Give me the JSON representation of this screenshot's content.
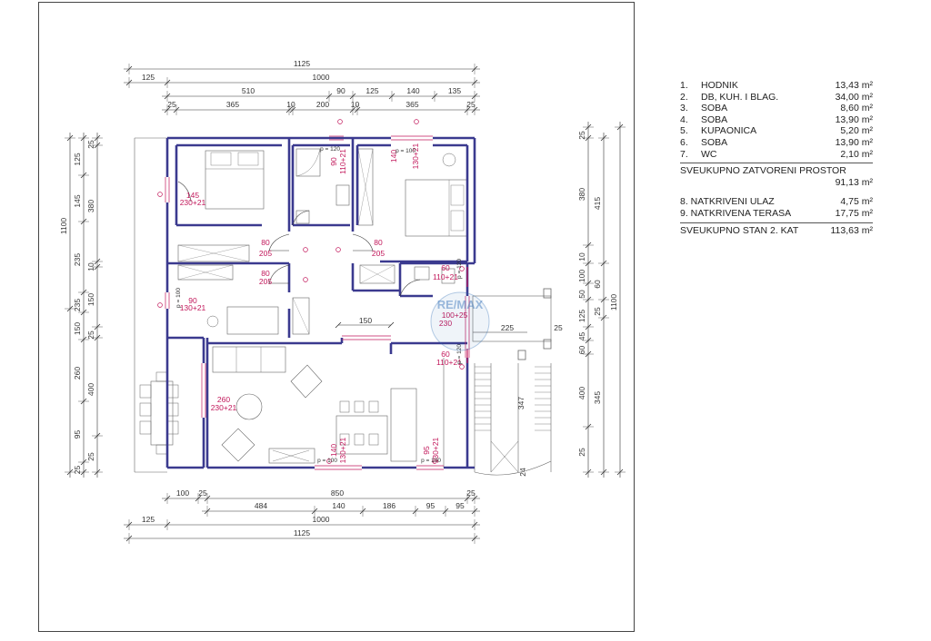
{
  "colors": {
    "wall": "#3b3a8f",
    "opening": "#c2185b",
    "dimension": "#333333",
    "furniture": "#666666",
    "watermark": "#2f6db5"
  },
  "dimensions": {
    "top": {
      "overall": "1125",
      "row1": [
        "125",
        "1000"
      ],
      "row2": [
        "510",
        "90",
        "125",
        "140",
        "135"
      ],
      "row3": [
        "25",
        "365",
        "10",
        "200",
        "10",
        "365",
        "25"
      ]
    },
    "bottom": {
      "row1": [
        "100",
        "25",
        "850",
        "25"
      ],
      "row2": [
        "484",
        "140",
        "186",
        "95",
        "95"
      ],
      "row3": [
        "125",
        "1000"
      ],
      "overall": "1125"
    },
    "left": {
      "outer": [
        "125",
        "145",
        "235",
        "235",
        "150",
        "260",
        "95",
        "25"
      ],
      "inner": [
        "25",
        "380",
        "10",
        "150",
        "25",
        "400",
        "25"
      ],
      "overall": "1100"
    },
    "right": {
      "col1": [
        "25",
        "380",
        "10",
        "100",
        "50",
        "125",
        "45",
        "60",
        "400",
        "25"
      ],
      "col2": [
        "415",
        "60",
        "25",
        "345"
      ],
      "overall": "1100",
      "stair_width": "225",
      "stair_gap": "25",
      "stair_length": "347",
      "stair_end": "24"
    }
  },
  "openings": [
    {
      "a": "145",
      "b": "230+21"
    },
    {
      "a": "90",
      "b": "110+21"
    },
    {
      "a": "140",
      "b": "130+21"
    },
    {
      "a": "80",
      "b": "205"
    },
    {
      "a": "80",
      "b": "205"
    },
    {
      "a": "80",
      "b": "205"
    },
    {
      "a": "60",
      "b": "110+21"
    },
    {
      "a": "90",
      "b": "130+21"
    },
    {
      "a": "100+25",
      "b": "230"
    },
    {
      "a": "60",
      "b": "110+21"
    },
    {
      "a": "260",
      "b": "230+21"
    },
    {
      "a": "140",
      "b": "130+21"
    },
    {
      "a": "95",
      "b": "130+21"
    }
  ],
  "sill_labels": [
    "p = 120",
    "p = 100",
    "p = 100",
    "p = 100",
    "p = 120",
    "p = 120",
    "p = 100"
  ],
  "interior_dims": {
    "hall_width": "150"
  },
  "watermark_text": "RE/MAX",
  "legend": {
    "rooms": [
      {
        "num": "1.",
        "name": "HODNIK",
        "area": "13,43 m²"
      },
      {
        "num": "2.",
        "name": "DB, KUH. I BLAG.",
        "area": "34,00 m²"
      },
      {
        "num": "3.",
        "name": "SOBA",
        "area": "8,60 m²"
      },
      {
        "num": "4.",
        "name": "SOBA",
        "area": "13,90 m²"
      },
      {
        "num": "5.",
        "name": "KUPAONICA",
        "area": "5,20 m²"
      },
      {
        "num": "6.",
        "name": "SOBA",
        "area": "13,90 m²"
      },
      {
        "num": "7.",
        "name": "WC",
        "area": "2,10 m²"
      }
    ],
    "closed_total_label": "SVEUKUPNO ZATVORENI PROSTOR",
    "closed_total_value": "91,13 m²",
    "extras": [
      {
        "name": "8. NATKRIVENI ULAZ",
        "area": "4,75 m²"
      },
      {
        "name": "9. NATKRIVENA TERASA",
        "area": "17,75 m²"
      }
    ],
    "grand_total_label": "SVEUKUPNO STAN 2. KAT",
    "grand_total_value": "113,63 m²"
  }
}
